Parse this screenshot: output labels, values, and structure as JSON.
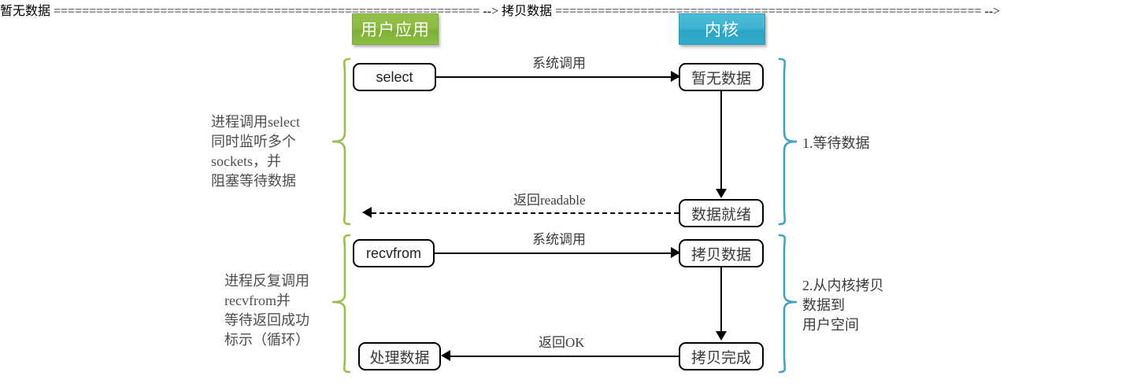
{
  "diagram": {
    "title": "select / recvfrom IO multiplexing sequence",
    "colors": {
      "user_pill": "#8cbb43",
      "kernel_pill": "#35abc9",
      "left_brace": "#9cbf52",
      "right_brace": "#3fa3c4",
      "line": "#000000",
      "text": "#3b3b3b"
    },
    "lanes": [
      {
        "id": "user",
        "label": "用户应用"
      },
      {
        "id": "kernel",
        "label": "内核"
      }
    ],
    "nodes": [
      {
        "id": "select",
        "label": "select",
        "lane": "user"
      },
      {
        "id": "no-data",
        "label": "暂无数据",
        "lane": "kernel"
      },
      {
        "id": "data-ready",
        "label": "数据就绪",
        "lane": "kernel"
      },
      {
        "id": "recvfrom",
        "label": "recvfrom",
        "lane": "user"
      },
      {
        "id": "copy-data",
        "label": "拷贝数据",
        "lane": "kernel"
      },
      {
        "id": "copy-done",
        "label": "拷贝完成",
        "lane": "kernel"
      },
      {
        "id": "process-data",
        "label": "处理数据",
        "lane": "user"
      }
    ],
    "edges": [
      {
        "id": "syscall-1",
        "label": "系统调用",
        "from": "select",
        "to": "no-data",
        "style": "solid",
        "direction": "right"
      },
      {
        "id": "wait",
        "label": "",
        "from": "no-data",
        "to": "data-ready",
        "style": "solid",
        "direction": "down"
      },
      {
        "id": "return-readable",
        "label": "返回readable",
        "from": "data-ready",
        "to": "user",
        "style": "dashed",
        "direction": "left"
      },
      {
        "id": "syscall-2",
        "label": "系统调用",
        "from": "recvfrom",
        "to": "copy-data",
        "style": "solid",
        "direction": "right"
      },
      {
        "id": "copying",
        "label": "",
        "from": "copy-data",
        "to": "copy-done",
        "style": "solid",
        "direction": "down"
      },
      {
        "id": "return-ok",
        "label": "返回OK",
        "from": "copy-done",
        "to": "process-data",
        "style": "solid",
        "direction": "left"
      }
    ],
    "annotations": {
      "left_phase_1": "进程调用select\n同时监听多个\nsockets，并\n阻塞等待数据",
      "left_phase_2": "进程反复调用\nrecvfrom并\n等待返回成功\n标示（循环）",
      "right_phase_1": "1.等待数据",
      "right_phase_2": "2.从内核拷贝\n  数据到\n  用户空间"
    }
  }
}
